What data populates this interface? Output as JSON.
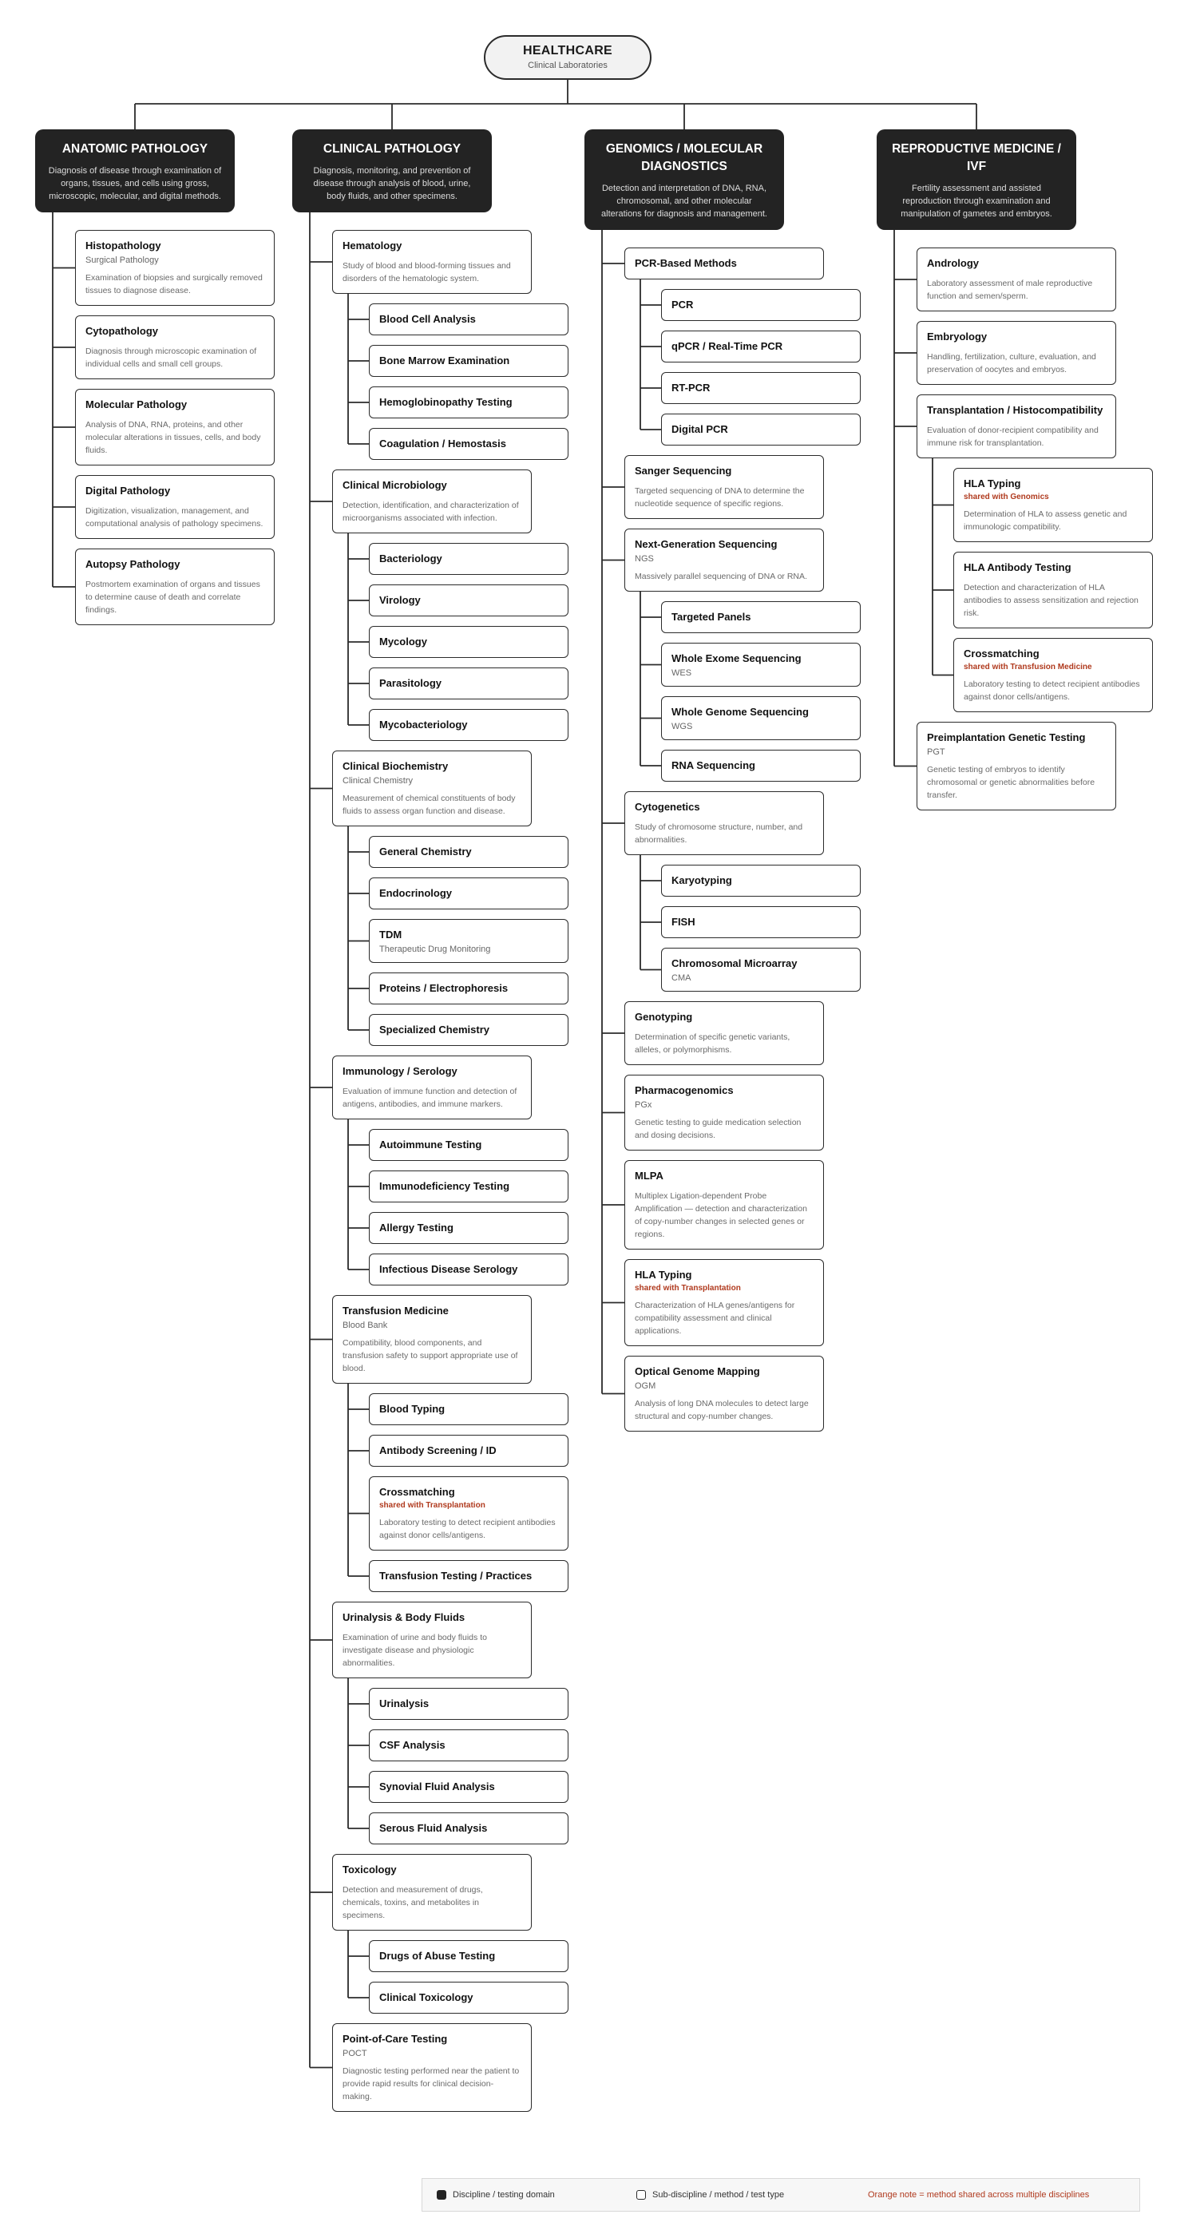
{
  "root": {
    "title": "HEALTHCARE",
    "subtitle": "Clinical Laboratories"
  },
  "columns": [
    {
      "title": "ANATOMIC PATHOLOGY",
      "description": "Diagnosis of disease through examination of organs, tissues, and cells using gross, microscopic, molecular, and digital methods.",
      "children": [
        {
          "title": "Histopathology",
          "subtitle": "Surgical Pathology",
          "description": "Examination of biopsies and surgically removed tissues to diagnose disease."
        },
        {
          "title": "Cytopathology",
          "description": "Diagnosis through microscopic examination of individual cells and small cell groups."
        },
        {
          "title": "Molecular Pathology",
          "description": "Analysis of DNA, RNA, proteins, and other molecular alterations in tissues, cells, and body fluids."
        },
        {
          "title": "Digital Pathology",
          "description": "Digitization, visualization, management, and computational analysis of pathology specimens."
        },
        {
          "title": "Autopsy Pathology",
          "description": "Postmortem examination of organs and tissues to determine cause of death and correlate findings."
        }
      ]
    },
    {
      "title": "CLINICAL PATHOLOGY",
      "description": "Diagnosis, monitoring, and prevention of disease through analysis of blood, urine, body fluids, and other specimens.",
      "children": [
        {
          "title": "Hematology",
          "description": "Study of blood and blood-forming tissues and disorders of the hematologic system.",
          "children": [
            {
              "title": "Blood Cell Analysis"
            },
            {
              "title": "Bone Marrow Examination"
            },
            {
              "title": "Hemoglobinopathy Testing"
            },
            {
              "title": "Coagulation / Hemostasis"
            }
          ]
        },
        {
          "title": "Clinical Microbiology",
          "description": "Detection, identification, and characterization of microorganisms associated with infection.",
          "children": [
            {
              "title": "Bacteriology"
            },
            {
              "title": "Virology"
            },
            {
              "title": "Mycology"
            },
            {
              "title": "Parasitology"
            },
            {
              "title": "Mycobacteriology"
            }
          ]
        },
        {
          "title": "Clinical Biochemistry",
          "subtitle": "Clinical Chemistry",
          "description": "Measurement of chemical constituents of body fluids to assess organ function and disease.",
          "children": [
            {
              "title": "General Chemistry"
            },
            {
              "title": "Endocrinology"
            },
            {
              "title": "TDM",
              "subtitle": "Therapeutic Drug Monitoring"
            },
            {
              "title": "Proteins / Electrophoresis"
            },
            {
              "title": "Specialized Chemistry"
            }
          ]
        },
        {
          "title": "Immunology / Serology",
          "description": "Evaluation of immune function and detection of antigens, antibodies, and immune markers.",
          "children": [
            {
              "title": "Autoimmune Testing"
            },
            {
              "title": "Immunodeficiency Testing"
            },
            {
              "title": "Allergy Testing"
            },
            {
              "title": "Infectious Disease Serology"
            }
          ]
        },
        {
          "title": "Transfusion Medicine",
          "subtitle": "Blood Bank",
          "description": "Compatibility, blood components, and transfusion safety to support appropriate use of blood.",
          "children": [
            {
              "title": "Blood Typing"
            },
            {
              "title": "Antibody Screening / ID"
            },
            {
              "title": "Crossmatching",
              "note": "shared with Transplantation",
              "description": "Laboratory testing to detect recipient antibodies against donor cells/antigens."
            },
            {
              "title": "Transfusion Testing / Practices"
            }
          ]
        },
        {
          "title": "Urinalysis & Body Fluids",
          "description": "Examination of urine and body fluids to investigate disease and physiologic abnormalities.",
          "children": [
            {
              "title": "Urinalysis"
            },
            {
              "title": "CSF Analysis"
            },
            {
              "title": "Synovial Fluid Analysis"
            },
            {
              "title": "Serous Fluid Analysis"
            }
          ]
        },
        {
          "title": "Toxicology",
          "description": "Detection and measurement of drugs, chemicals, toxins, and metabolites in specimens.",
          "children": [
            {
              "title": "Drugs of Abuse Testing"
            },
            {
              "title": "Clinical Toxicology"
            }
          ]
        },
        {
          "title": "Point-of-Care Testing",
          "subtitle": "POCT",
          "description": "Diagnostic testing performed near the patient to provide rapid results for clinical decision-making."
        }
      ]
    },
    {
      "title": "GENOMICS / MOLECULAR DIAGNOSTICS",
      "description": "Detection and interpretation of DNA, RNA, chromosomal, and other molecular alterations for diagnosis and management.",
      "children": [
        {
          "title": "PCR-Based Methods",
          "children": [
            {
              "title": "PCR"
            },
            {
              "title": "qPCR / Real-Time PCR"
            },
            {
              "title": "RT-PCR"
            },
            {
              "title": "Digital PCR"
            }
          ]
        },
        {
          "title": "Sanger Sequencing",
          "description": "Targeted sequencing of DNA to determine the nucleotide sequence of specific regions."
        },
        {
          "title": "Next-Generation Sequencing",
          "subtitle": "NGS",
          "description": "Massively parallel sequencing of DNA or RNA.",
          "children": [
            {
              "title": "Targeted Panels"
            },
            {
              "title": "Whole Exome Sequencing",
              "subtitle": "WES"
            },
            {
              "title": "Whole Genome Sequencing",
              "subtitle": "WGS"
            },
            {
              "title": "RNA Sequencing"
            }
          ]
        },
        {
          "title": "Cytogenetics",
          "description": "Study of chromosome structure, number, and abnormalities.",
          "children": [
            {
              "title": "Karyotyping"
            },
            {
              "title": "FISH"
            },
            {
              "title": "Chromosomal Microarray",
              "subtitle": "CMA"
            }
          ]
        },
        {
          "title": "Genotyping",
          "description": "Determination of specific genetic variants, alleles, or polymorphisms."
        },
        {
          "title": "Pharmacogenomics",
          "subtitle": "PGx",
          "description": "Genetic testing to guide medication selection and dosing decisions."
        },
        {
          "title": "MLPA",
          "description": "Multiplex Ligation-dependent Probe Amplification — detection and characterization of copy-number changes in selected genes or regions."
        },
        {
          "title": "HLA Typing",
          "note": "shared with Transplantation",
          "description": "Characterization of HLA genes/antigens for compatibility assessment and clinical applications."
        },
        {
          "title": "Optical Genome Mapping",
          "subtitle": "OGM",
          "description": "Analysis of long DNA molecules to detect large structural and copy-number changes."
        }
      ]
    },
    {
      "title": "REPRODUCTIVE MEDICINE / IVF",
      "description": "Fertility assessment and assisted reproduction through examination and manipulation of gametes and embryos.",
      "children": [
        {
          "title": "Andrology",
          "description": "Laboratory assessment of male reproductive function and semen/sperm."
        },
        {
          "title": "Embryology",
          "description": "Handling, fertilization, culture, evaluation, and preservation of oocytes and embryos."
        },
        {
          "title": "Transplantation / Histocompatibility",
          "description": "Evaluation of donor-recipient compatibility and immune risk for transplantation.",
          "children": [
            {
              "title": "HLA Typing",
              "note": "shared with Genomics",
              "description": "Determination of HLA to assess genetic and immunologic compatibility."
            },
            {
              "title": "HLA Antibody Testing",
              "description": "Detection and characterization of HLA antibodies to assess sensitization and rejection risk."
            },
            {
              "title": "Crossmatching",
              "note": "shared with Transfusion Medicine",
              "description": "Laboratory testing to detect recipient antibodies against donor cells/antigens."
            }
          ]
        },
        {
          "title": "Preimplantation Genetic Testing",
          "subtitle": "PGT",
          "description": "Genetic testing of embryos to identify chromosomal or genetic abnormalities before transfer."
        }
      ]
    }
  ],
  "legend": {
    "domain": "Discipline / testing domain",
    "sub": "Sub-discipline / method / test type",
    "note": "Orange note = method shared across multiple disciplines"
  }
}
